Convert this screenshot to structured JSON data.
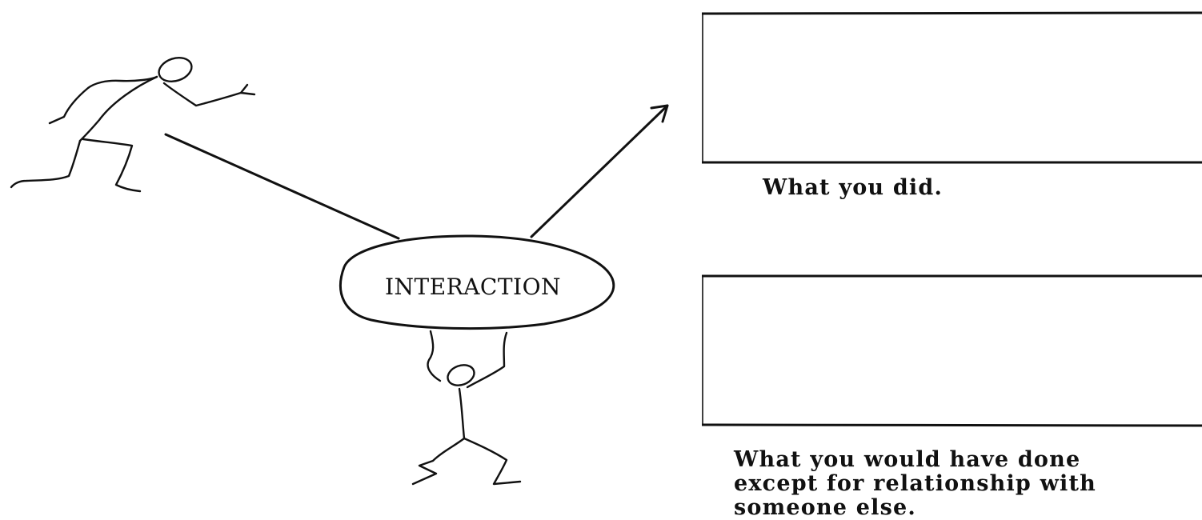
{
  "diagram": {
    "center_label": "INTERACTION",
    "boxes": [
      {
        "caption_lines": [
          "What you did."
        ]
      },
      {
        "caption_lines": [
          "What you would have done",
          "except for relationship with",
          "someone else."
        ]
      }
    ]
  }
}
